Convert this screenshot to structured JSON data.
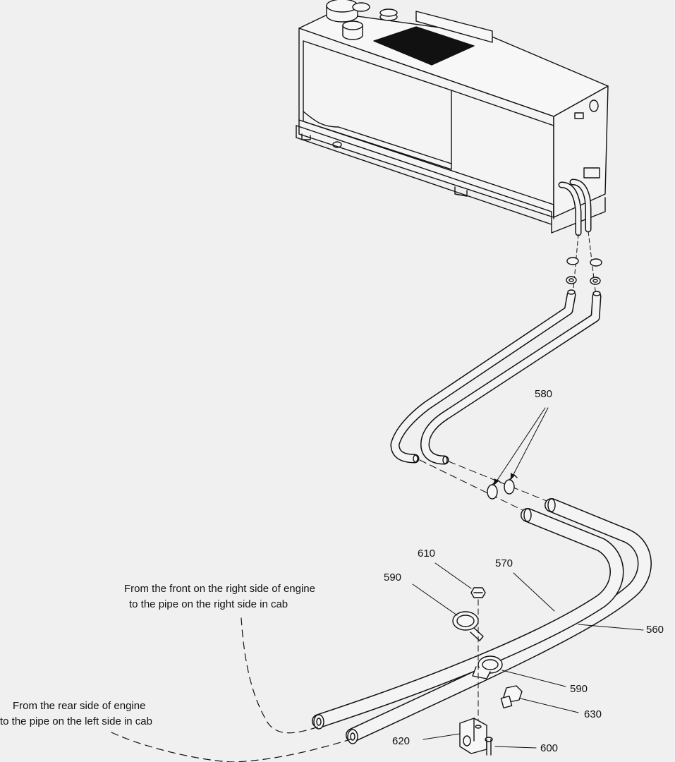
{
  "callouts": {
    "c580": "580",
    "c610": "610",
    "c570": "570",
    "c590a": "590",
    "c560": "560",
    "c590b": "590",
    "c630": "630",
    "c620": "620",
    "c600": "600"
  },
  "notes": {
    "front_line1": "From the front on the right side of engine",
    "front_line2": "to the pipe on the right side in cab",
    "rear_line1": "From the rear side of engine",
    "rear_line2": "to the pipe on the left side in cab"
  }
}
